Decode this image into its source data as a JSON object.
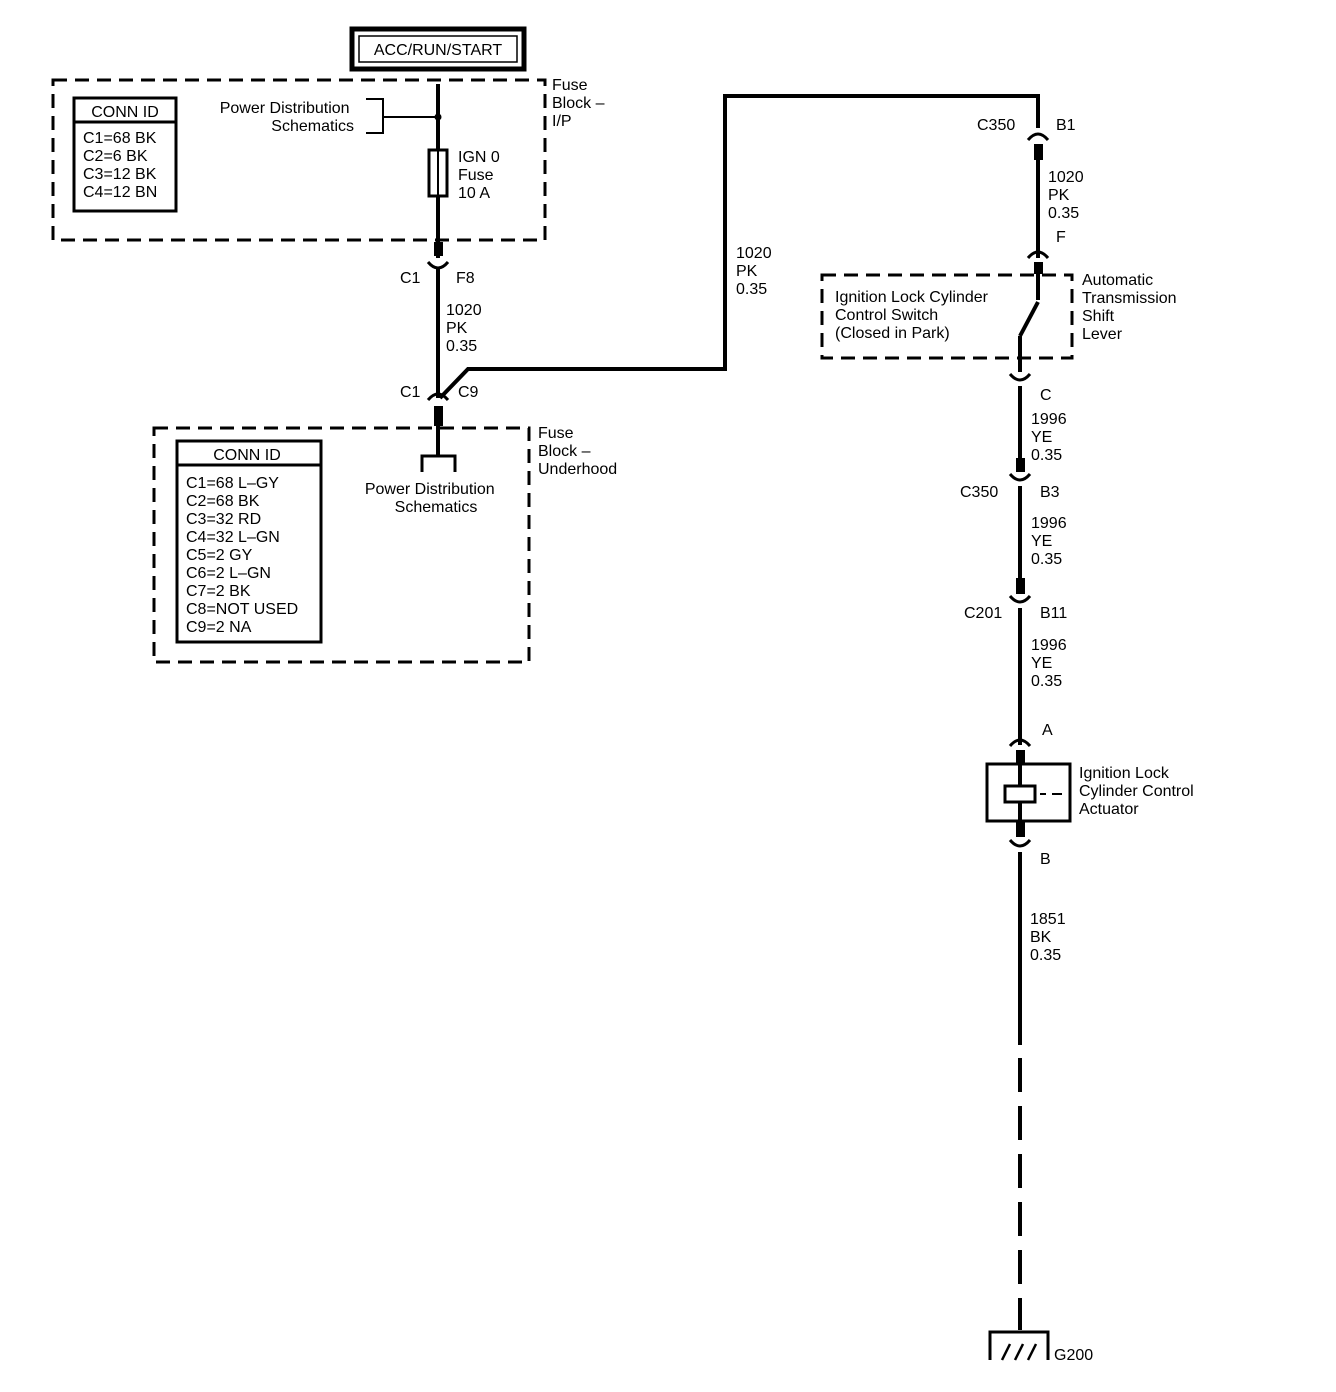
{
  "power_source": {
    "label": "ACC/RUN/START"
  },
  "fuse_block_ip": {
    "title_lines": [
      "Fuse",
      "Block –",
      "I/P"
    ],
    "conn_id": {
      "header": "CONN ID",
      "rows": [
        "C1=68 BK",
        "C2=6 BK",
        "C3=12 BK",
        "C4=12 BN"
      ]
    },
    "power_dist_lines": [
      "Power Distribution",
      "Schematics"
    ],
    "fuse_lines": [
      "IGN 0",
      "Fuse",
      "10 A"
    ],
    "connector_left": "C1",
    "connector_right": "F8"
  },
  "wire_ip_to_underhood": {
    "lines": [
      "1020",
      "PK",
      "0.35"
    ]
  },
  "fuse_block_underhood": {
    "title_lines": [
      "Fuse",
      "Block –",
      "Underhood"
    ],
    "conn_id": {
      "header": "CONN ID",
      "rows": [
        "C1=68 L–GY",
        "C2=68 BK",
        "C3=32 RD",
        "C4=32 L–GN",
        "C5=2 GY",
        "C6=2 L–GN",
        "C7=2 BK",
        "C8=NOT USED",
        "C9=2 NA"
      ]
    },
    "power_dist_lines": [
      "Power Distribution",
      "Schematics"
    ],
    "connector_left": "C1",
    "connector_right": "C9"
  },
  "wire_to_c350": {
    "lines": [
      "1020",
      "PK",
      "0.35"
    ]
  },
  "c350_top": {
    "name": "C350",
    "pin": "B1"
  },
  "wire_c350_to_switch": {
    "lines": [
      "1020",
      "PK",
      "0.35"
    ]
  },
  "switch_pin_top": "F",
  "shift_lever": {
    "switch_lines": [
      "Ignition Lock Cylinder",
      "Control Switch",
      "(Closed in Park)"
    ],
    "component_lines": [
      "Automatic",
      "Transmission",
      "Shift",
      "Lever"
    ]
  },
  "switch_pin_bottom": "C",
  "wire_switch_to_c350": {
    "lines": [
      "1996",
      "YE",
      "0.35"
    ]
  },
  "c350_bottom": {
    "name": "C350",
    "pin": "B3"
  },
  "wire_c350_to_c201": {
    "lines": [
      "1996",
      "YE",
      "0.35"
    ]
  },
  "c201": {
    "name": "C201",
    "pin": "B11"
  },
  "wire_c201_to_actuator": {
    "lines": [
      "1996",
      "YE",
      "0.35"
    ]
  },
  "actuator": {
    "pin_top": "A",
    "pin_bottom": "B",
    "label_lines": [
      "Ignition Lock",
      "Cylinder Control",
      "Actuator"
    ]
  },
  "wire_actuator_to_ground": {
    "lines": [
      "1851",
      "BK",
      "0.35"
    ]
  },
  "ground": {
    "label": "G200"
  }
}
